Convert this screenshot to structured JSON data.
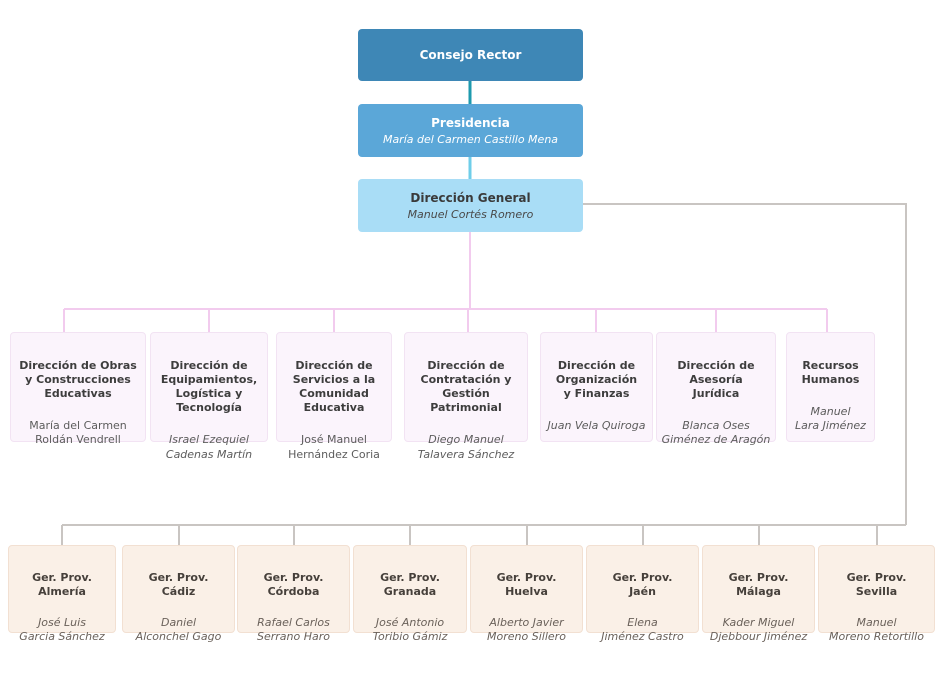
{
  "root": {
    "title": "Consejo Rector"
  },
  "presidencia": {
    "title": "Presidencia",
    "name": "María del Carmen Castillo Mena"
  },
  "direccion_general": {
    "title": "Dirección General",
    "name": "Manuel Cortés Romero"
  },
  "direcciones": [
    {
      "title": "Dirección de Obras\ny Construcciones\nEducativas",
      "name": "María del Carmen\nRoldán Vendrell",
      "name_italic": false
    },
    {
      "title": "Dirección de\nEquipamientos,\nLogística y\nTecnología",
      "name": "Israel Ezequiel\nCadenas Martín",
      "name_italic": true
    },
    {
      "title": "Dirección de\nServicios a la\nComunidad\nEducativa",
      "name": "José Manuel\nHernández Coria",
      "name_italic": false
    },
    {
      "title": "Dirección de\nContratación y\nGestión\nPatrimonial",
      "name": "Diego Manuel\nTalavera Sánchez",
      "name_italic": true
    },
    {
      "title": "Dirección de\nOrganización\ny Finanzas",
      "name": "Juan Vela Quiroga",
      "name_italic": true
    },
    {
      "title": "Dirección de\nAsesoría\nJurídica",
      "name": "Blanca Oses\nGiménez de Aragón",
      "name_italic": true
    },
    {
      "title": "Recursos\nHumanos",
      "name": "Manuel\nLara Jiménez",
      "name_italic": true
    }
  ],
  "gerencias": [
    {
      "title": "Ger. Prov.\nAlmería",
      "name": "José Luis\nGarcia Sánchez"
    },
    {
      "title": "Ger. Prov.\nCádiz",
      "name": "Daniel\nAlconchel Gago"
    },
    {
      "title": "Ger. Prov.\nCórdoba",
      "name": "Rafael Carlos\nSerrano Haro"
    },
    {
      "title": "Ger. Prov.\nGranada",
      "name": "José Antonio\nToribio Gámiz"
    },
    {
      "title": "Ger. Prov.\nHuelva",
      "name": "Alberto Javier\nMoreno Sillero"
    },
    {
      "title": "Ger. Prov.\nJaén",
      "name": "Elena\nJiménez Castro"
    },
    {
      "title": "Ger. Prov.\nMálaga",
      "name": "Kader Miguel\nDjebbour Jiménez"
    },
    {
      "title": "Ger. Prov.\nSevilla",
      "name": "Manuel\nMoreno Retortillo"
    }
  ],
  "colors": {
    "consejo_fill": "#3E87B6",
    "presidencia_fill": "#5BA7D8",
    "direccion_general_fill": "#A9DDF6",
    "direccion_fill": "#FBF4FC",
    "gerencia_fill": "#FAF0E7",
    "connector_teal": "#1E9AAE",
    "connector_cyan": "#6FCEE9",
    "connector_pink": "#F2CBEE",
    "connector_gray": "#C9C5C2"
  }
}
